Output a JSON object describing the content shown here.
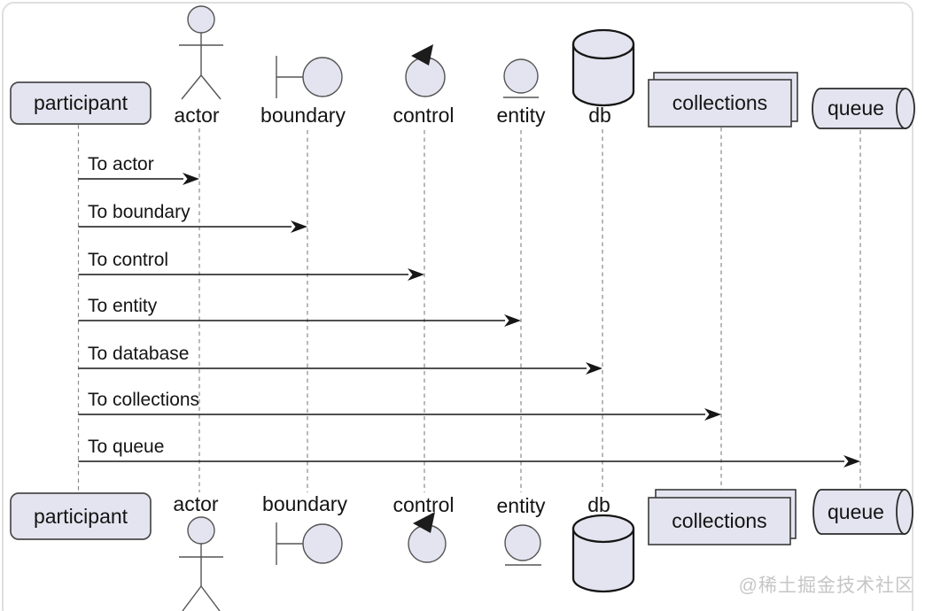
{
  "diagram_type": "uml-sequence-diagram",
  "participants": [
    {
      "id": "participant",
      "type": "participant",
      "label": "participant"
    },
    {
      "id": "actor",
      "type": "actor",
      "label": "actor"
    },
    {
      "id": "boundary",
      "type": "boundary",
      "label": "boundary"
    },
    {
      "id": "control",
      "type": "control",
      "label": "control"
    },
    {
      "id": "entity",
      "type": "entity",
      "label": "entity"
    },
    {
      "id": "db",
      "type": "database",
      "label": "db"
    },
    {
      "id": "collections",
      "type": "collections",
      "label": "collections"
    },
    {
      "id": "queue",
      "type": "queue",
      "label": "queue"
    }
  ],
  "messages": [
    {
      "from": "participant",
      "to": "actor",
      "label": "To actor"
    },
    {
      "from": "participant",
      "to": "boundary",
      "label": "To boundary"
    },
    {
      "from": "participant",
      "to": "control",
      "label": "To control"
    },
    {
      "from": "participant",
      "to": "entity",
      "label": "To entity"
    },
    {
      "from": "participant",
      "to": "db",
      "label": "To database"
    },
    {
      "from": "participant",
      "to": "collections",
      "label": "To collections"
    },
    {
      "from": "participant",
      "to": "queue",
      "label": "To queue"
    }
  ],
  "watermark": "@稀土掘金技术社区",
  "colors": {
    "shape_fill": "#e4e4f0",
    "arrow": "#161616",
    "lifeline": "#8a8a8a",
    "text": "#141414",
    "watermark": "#c6c6c6"
  }
}
